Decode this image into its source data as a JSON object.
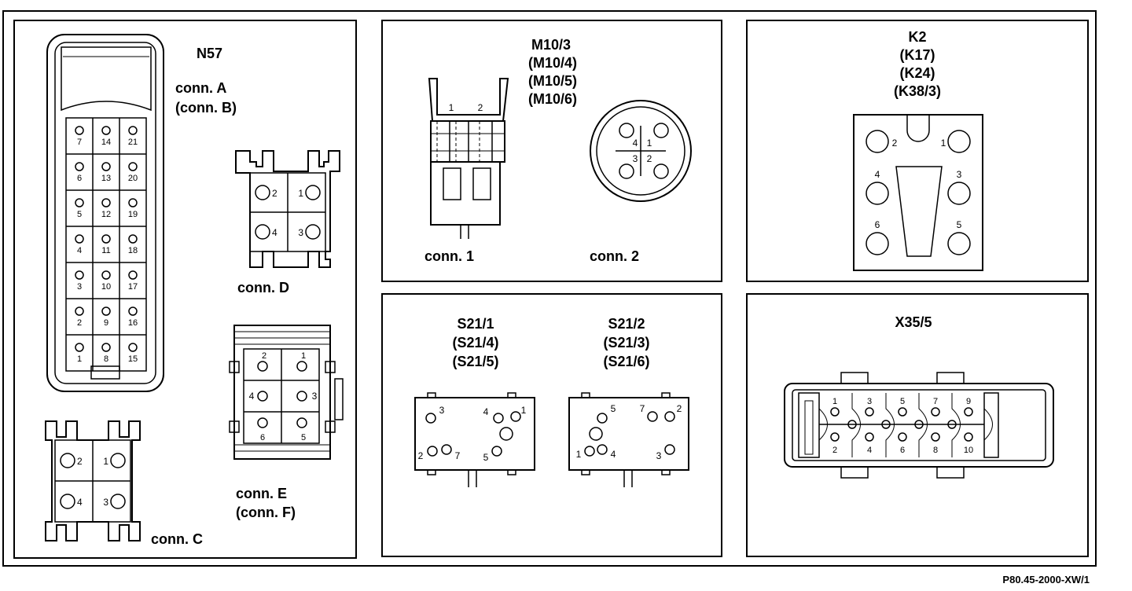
{
  "n57": {
    "title": "N57",
    "conn_a": "conn. A",
    "conn_b": "(conn. B)",
    "conn_c": "conn. C",
    "conn_d": "conn. D",
    "conn_e": "conn. E",
    "conn_f": "(conn. F)",
    "grid_pins": [
      [
        "7",
        "14",
        "21"
      ],
      [
        "6",
        "13",
        "20"
      ],
      [
        "5",
        "12",
        "19"
      ],
      [
        "4",
        "11",
        "18"
      ],
      [
        "3",
        "10",
        "17"
      ],
      [
        "2",
        "9",
        "16"
      ],
      [
        "1",
        "8",
        "15"
      ]
    ],
    "quad_pins": [
      "2",
      "1",
      "4",
      "3"
    ],
    "e_pins": [
      "2",
      "1",
      "4",
      "3",
      "6",
      "5"
    ]
  },
  "m10": {
    "titles": [
      "M10/3",
      "(M10/4)",
      "(M10/5)",
      "(M10/6)"
    ],
    "conn1": "conn. 1",
    "conn2": "conn. 2",
    "conn1_pins": [
      "1",
      "2"
    ],
    "round_pins": [
      "4",
      "1",
      "3",
      "2"
    ]
  },
  "k2": {
    "titles": [
      "K2",
      "(K17)",
      "(K24)",
      "(K38/3)"
    ],
    "pins": [
      "2",
      "1",
      "4",
      "3",
      "6",
      "5"
    ]
  },
  "s21": {
    "left_titles": [
      "S21/1",
      "(S21/4)",
      "(S21/5)"
    ],
    "right_titles": [
      "S21/2",
      "(S21/3)",
      "(S21/6)"
    ],
    "left_pins": [
      "3",
      "4",
      "1",
      "2",
      "7",
      "5"
    ],
    "right_pins": [
      "5",
      "7",
      "2",
      "1",
      "4",
      "3"
    ]
  },
  "x35": {
    "title": "X35/5",
    "top_pins": [
      "1",
      "3",
      "5",
      "7",
      "9"
    ],
    "bottom_pins": [
      "2",
      "4",
      "6",
      "8",
      "10"
    ]
  },
  "footer": {
    "ref": "P80.45-2000-XW/1"
  }
}
